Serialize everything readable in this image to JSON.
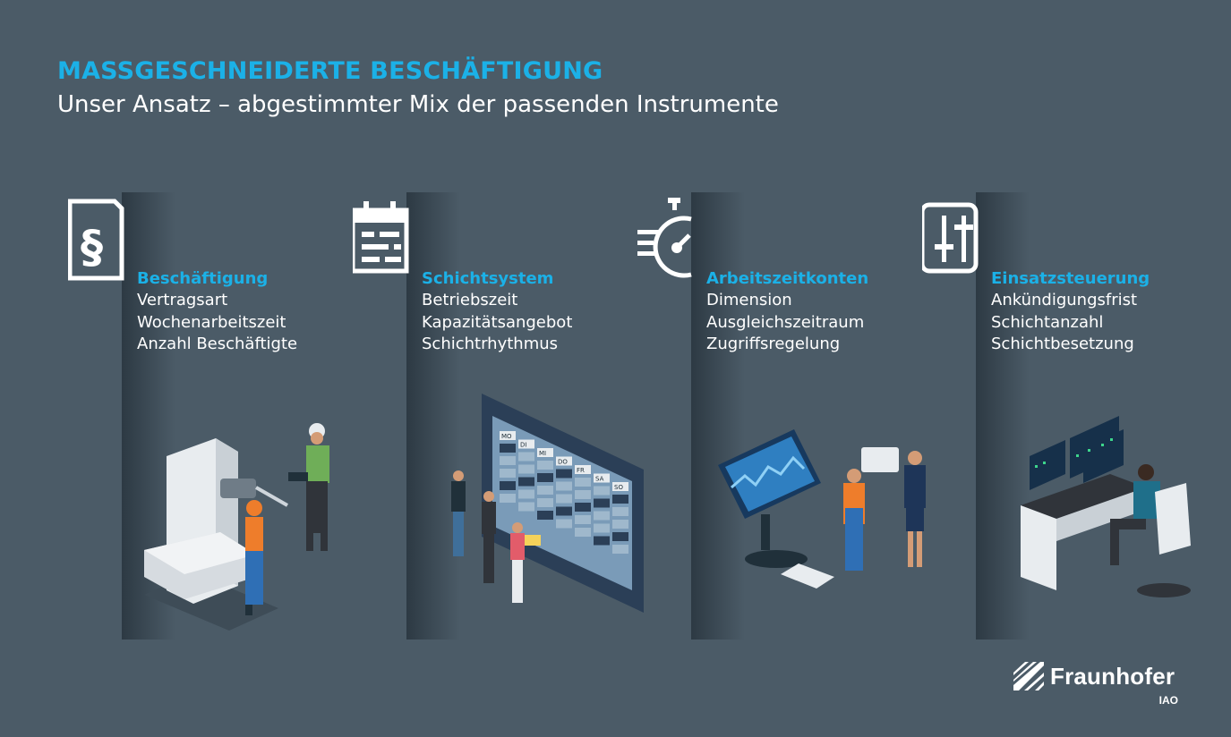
{
  "header": {
    "title": "MASSGESCHNEIDERTE BESCHÄFTIGUNG",
    "subtitle": "Unser Ansatz – abgestimmter Mix der passenden Instrumente"
  },
  "columns": [
    {
      "heading": "Beschäftigung",
      "icon": "paragraph-document-icon",
      "items": [
        "Vertragsart",
        "Wochenarbeitszeit",
        "Anzahl Beschäftigte"
      ]
    },
    {
      "heading": "Schichtsystem",
      "icon": "calendar-icon",
      "items": [
        "Betriebszeit",
        "Kapazitätsangebot",
        "Schichtrhythmus"
      ],
      "schedule_days": [
        "MO",
        "DI",
        "MI",
        "DO",
        "FR",
        "SA",
        "SO"
      ]
    },
    {
      "heading": "Arbeitszeitkonten",
      "icon": "stopwatch-icon",
      "items": [
        "Dimension",
        "Ausgleichszeitraum",
        "Zugriffsregelung"
      ]
    },
    {
      "heading": "Einsatzsteuerung",
      "icon": "sliders-icon",
      "items": [
        "Ankündigungsfrist",
        "Schichtanzahl",
        "Schichtbesetzung"
      ]
    }
  ],
  "logo": {
    "name": "Fraunhofer",
    "sub": "IAO"
  },
  "colors": {
    "background": "#4b5b67",
    "accent": "#1bb1e7"
  }
}
